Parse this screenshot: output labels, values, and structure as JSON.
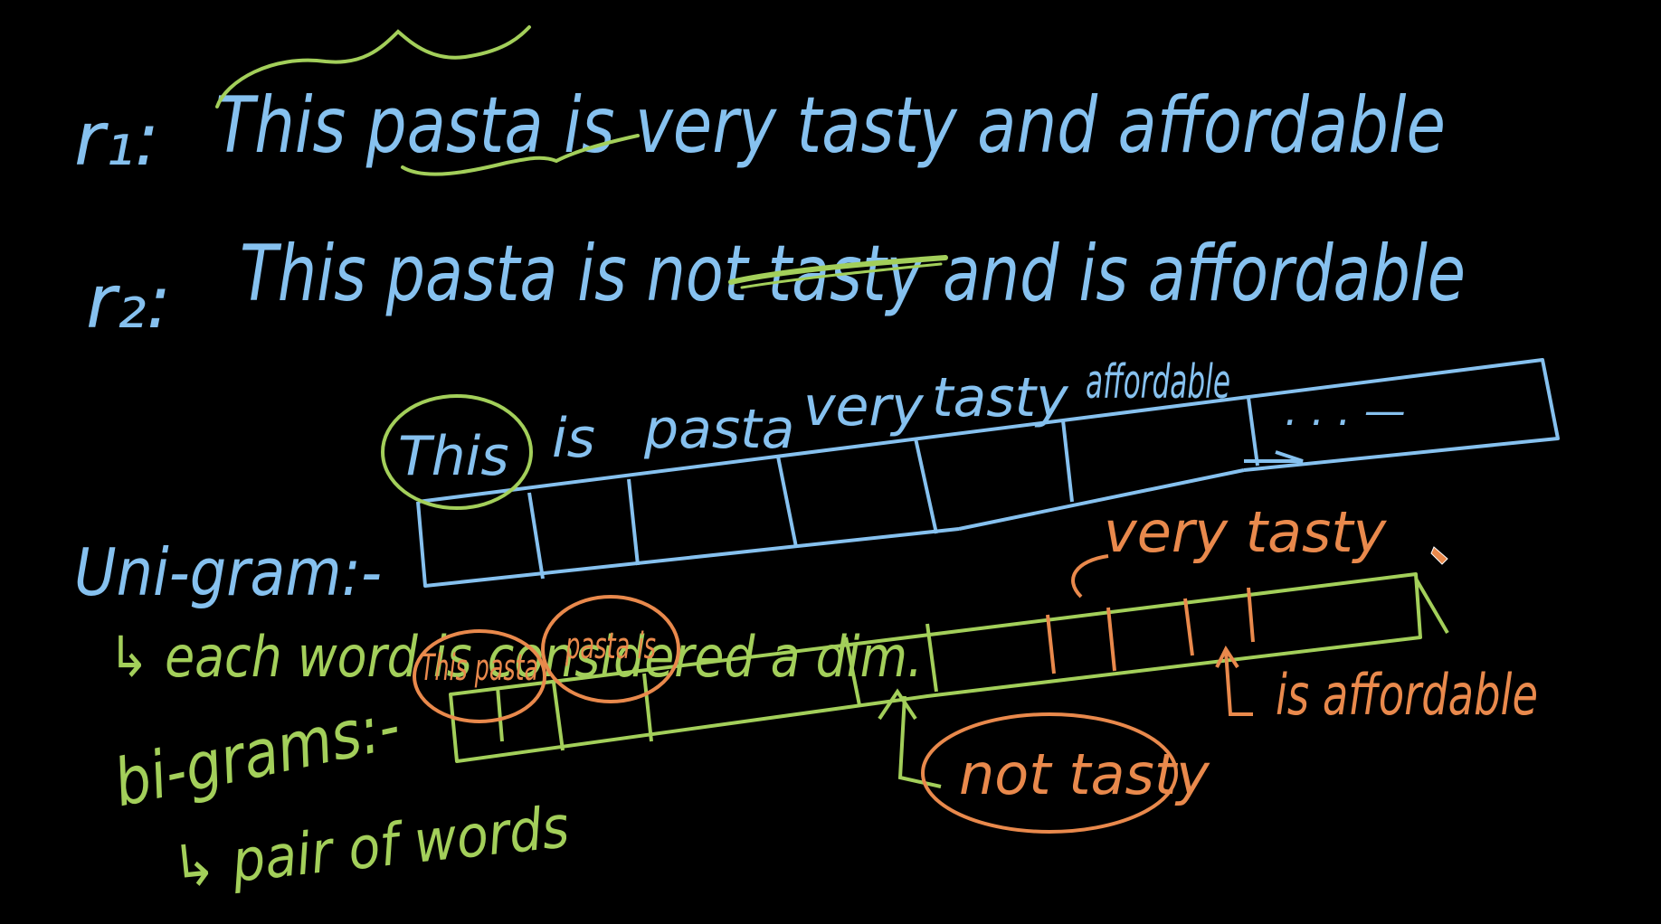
{
  "colors": {
    "blue": "#86c1ef",
    "green": "#a3cf5a",
    "orange": "#e9894c",
    "background": "#000000"
  },
  "line_r1": {
    "label": "r₁:",
    "text": "This pasta is very tasty and affordable"
  },
  "line_r2": {
    "label": "r₂:",
    "text": "This pasta is not tasty and is affordable"
  },
  "unigram": {
    "heading": "Uni-gram:-",
    "note": "↳ each word is considered a dim.",
    "cells": [
      "This",
      "is",
      "pasta",
      "very",
      "tasty",
      "affordable",
      ". . . —"
    ]
  },
  "bigram": {
    "heading": "bi-grams:-",
    "note": "↳ pair of words",
    "cells": [
      "This pasta",
      "pasta is"
    ],
    "annotations": {
      "very_tasty": "very tasty",
      "is_affordable": "is affordable",
      "not_tasty": "not tasty"
    }
  }
}
